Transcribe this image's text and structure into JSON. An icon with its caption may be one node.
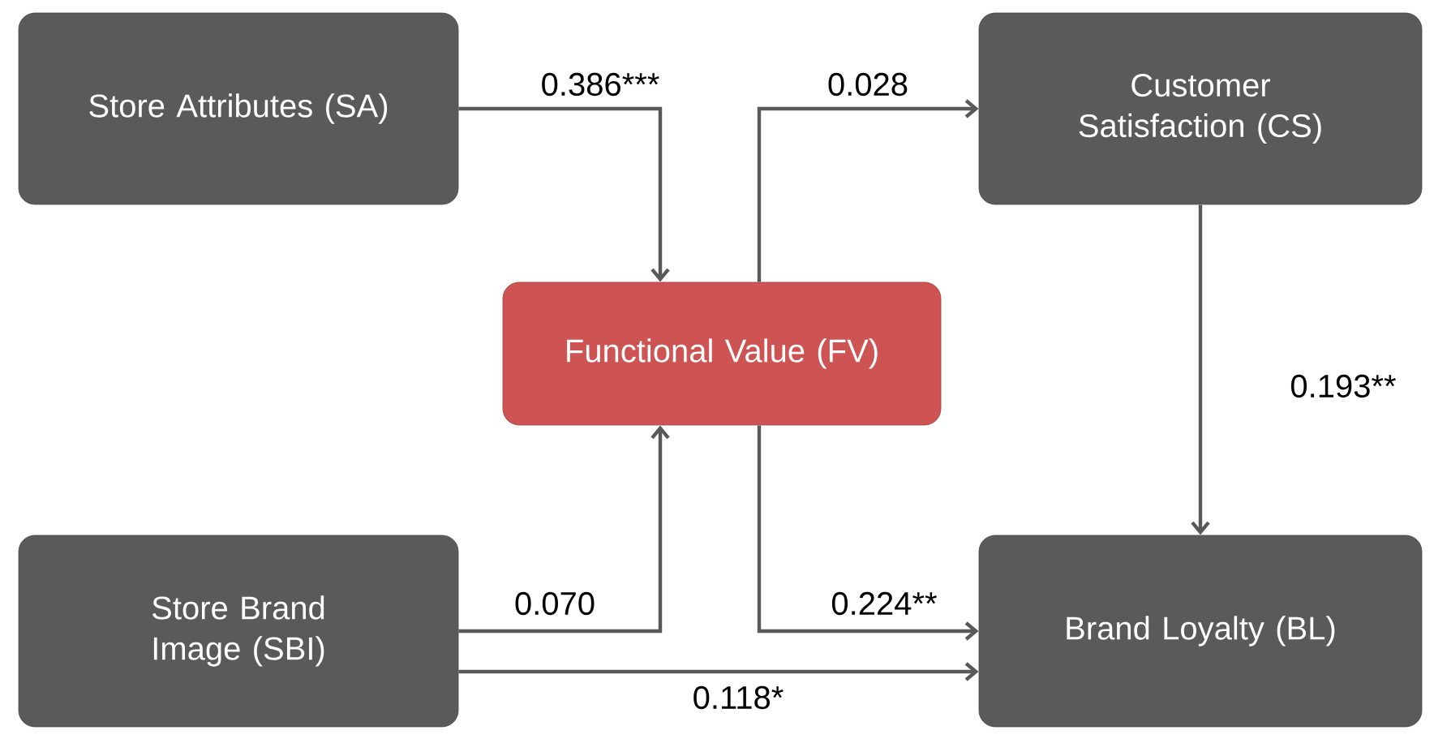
{
  "diagram": {
    "nodes": [
      {
        "text": [
          "Store Attributes (SA)"
        ]
      },
      {
        "text": [
          "Customer Satisfaction (CS)"
        ]
      },
      {
        "text": [
          "Functional Value (FV)"
        ]
      },
      {
        "text": [
          "Store Brand Image (SBI)"
        ]
      },
      {
        "text": [
          "Brand Loyalty (BL)"
        ]
      }
    ],
    "edges": [
      {
        "from": 0,
        "to": 2,
        "arrow": "to",
        "label": "0.386***"
      },
      {
        "from": 2,
        "to": 1,
        "arrow": "to",
        "label": "0.028"
      },
      {
        "from": 1,
        "to": 4,
        "arrow": "to",
        "label": "0.193**"
      },
      {
        "from": 3,
        "to": 2,
        "arrow": "to",
        "label": "0.070"
      },
      {
        "from": 2,
        "to": 4,
        "arrow": "to",
        "label": "0.224**"
      },
      {
        "from": 3,
        "to": 4,
        "arrow": "to",
        "label": "0.118*"
      }
    ]
  }
}
